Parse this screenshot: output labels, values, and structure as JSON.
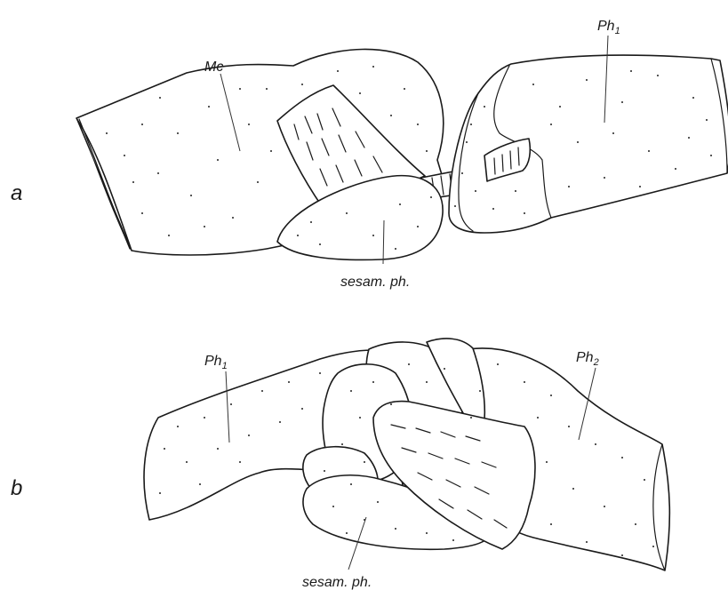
{
  "panels": {
    "a": {
      "letter": "a",
      "labels": {
        "metacarpal": "Mc",
        "phalanx": {
          "base": "Ph",
          "subscript": "1"
        },
        "sesamoid": "sesam. ph."
      }
    },
    "b": {
      "letter": "b",
      "labels": {
        "phalanx_left": {
          "base": "Ph",
          "subscript": "1"
        },
        "phalanx_right": {
          "base": "Ph",
          "subscript": "2"
        },
        "sesamoid": "sesam. ph."
      }
    }
  }
}
